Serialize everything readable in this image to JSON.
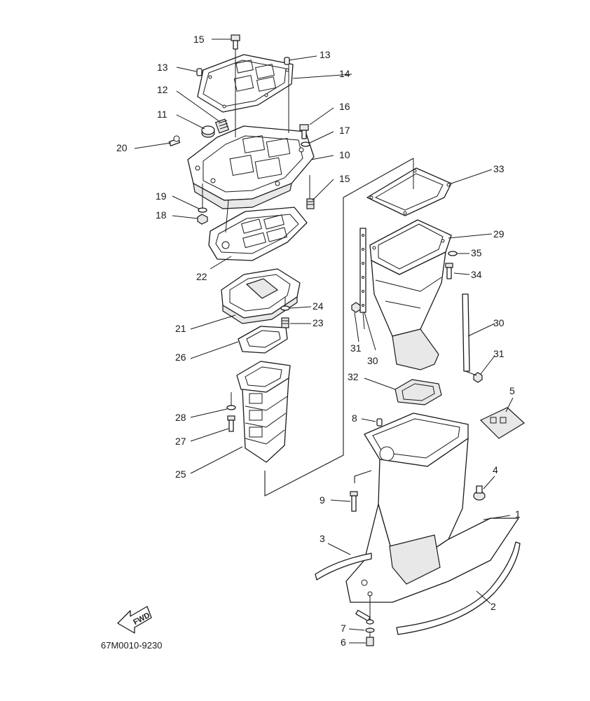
{
  "diagram": {
    "drawing_code": "67M0010-9230",
    "direction_label": "FWD",
    "callouts": [
      {
        "id": "c1",
        "text": "1"
      },
      {
        "id": "c2",
        "text": "2"
      },
      {
        "id": "c3",
        "text": "3"
      },
      {
        "id": "c4",
        "text": "4"
      },
      {
        "id": "c5",
        "text": "5"
      },
      {
        "id": "c6",
        "text": "6"
      },
      {
        "id": "c7",
        "text": "7"
      },
      {
        "id": "c8",
        "text": "8"
      },
      {
        "id": "c9",
        "text": "9"
      },
      {
        "id": "c10",
        "text": "10"
      },
      {
        "id": "c11",
        "text": "11"
      },
      {
        "id": "c12",
        "text": "12"
      },
      {
        "id": "c13a",
        "text": "13"
      },
      {
        "id": "c13b",
        "text": "13"
      },
      {
        "id": "c14",
        "text": "14"
      },
      {
        "id": "c15a",
        "text": "15"
      },
      {
        "id": "c15b",
        "text": "15"
      },
      {
        "id": "c16",
        "text": "16"
      },
      {
        "id": "c17",
        "text": "17"
      },
      {
        "id": "c18",
        "text": "18"
      },
      {
        "id": "c19",
        "text": "19"
      },
      {
        "id": "c20",
        "text": "20"
      },
      {
        "id": "c21",
        "text": "21"
      },
      {
        "id": "c22",
        "text": "22"
      },
      {
        "id": "c23",
        "text": "23"
      },
      {
        "id": "c24",
        "text": "24"
      },
      {
        "id": "c25",
        "text": "25"
      },
      {
        "id": "c26",
        "text": "26"
      },
      {
        "id": "c27",
        "text": "27"
      },
      {
        "id": "c28",
        "text": "28"
      },
      {
        "id": "c29",
        "text": "29"
      },
      {
        "id": "c30a",
        "text": "30"
      },
      {
        "id": "c30b",
        "text": "30"
      },
      {
        "id": "c31a",
        "text": "31"
      },
      {
        "id": "c31b",
        "text": "31"
      },
      {
        "id": "c32",
        "text": "32"
      },
      {
        "id": "c33",
        "text": "33"
      },
      {
        "id": "c34",
        "text": "34"
      },
      {
        "id": "c35",
        "text": "35"
      }
    ]
  }
}
